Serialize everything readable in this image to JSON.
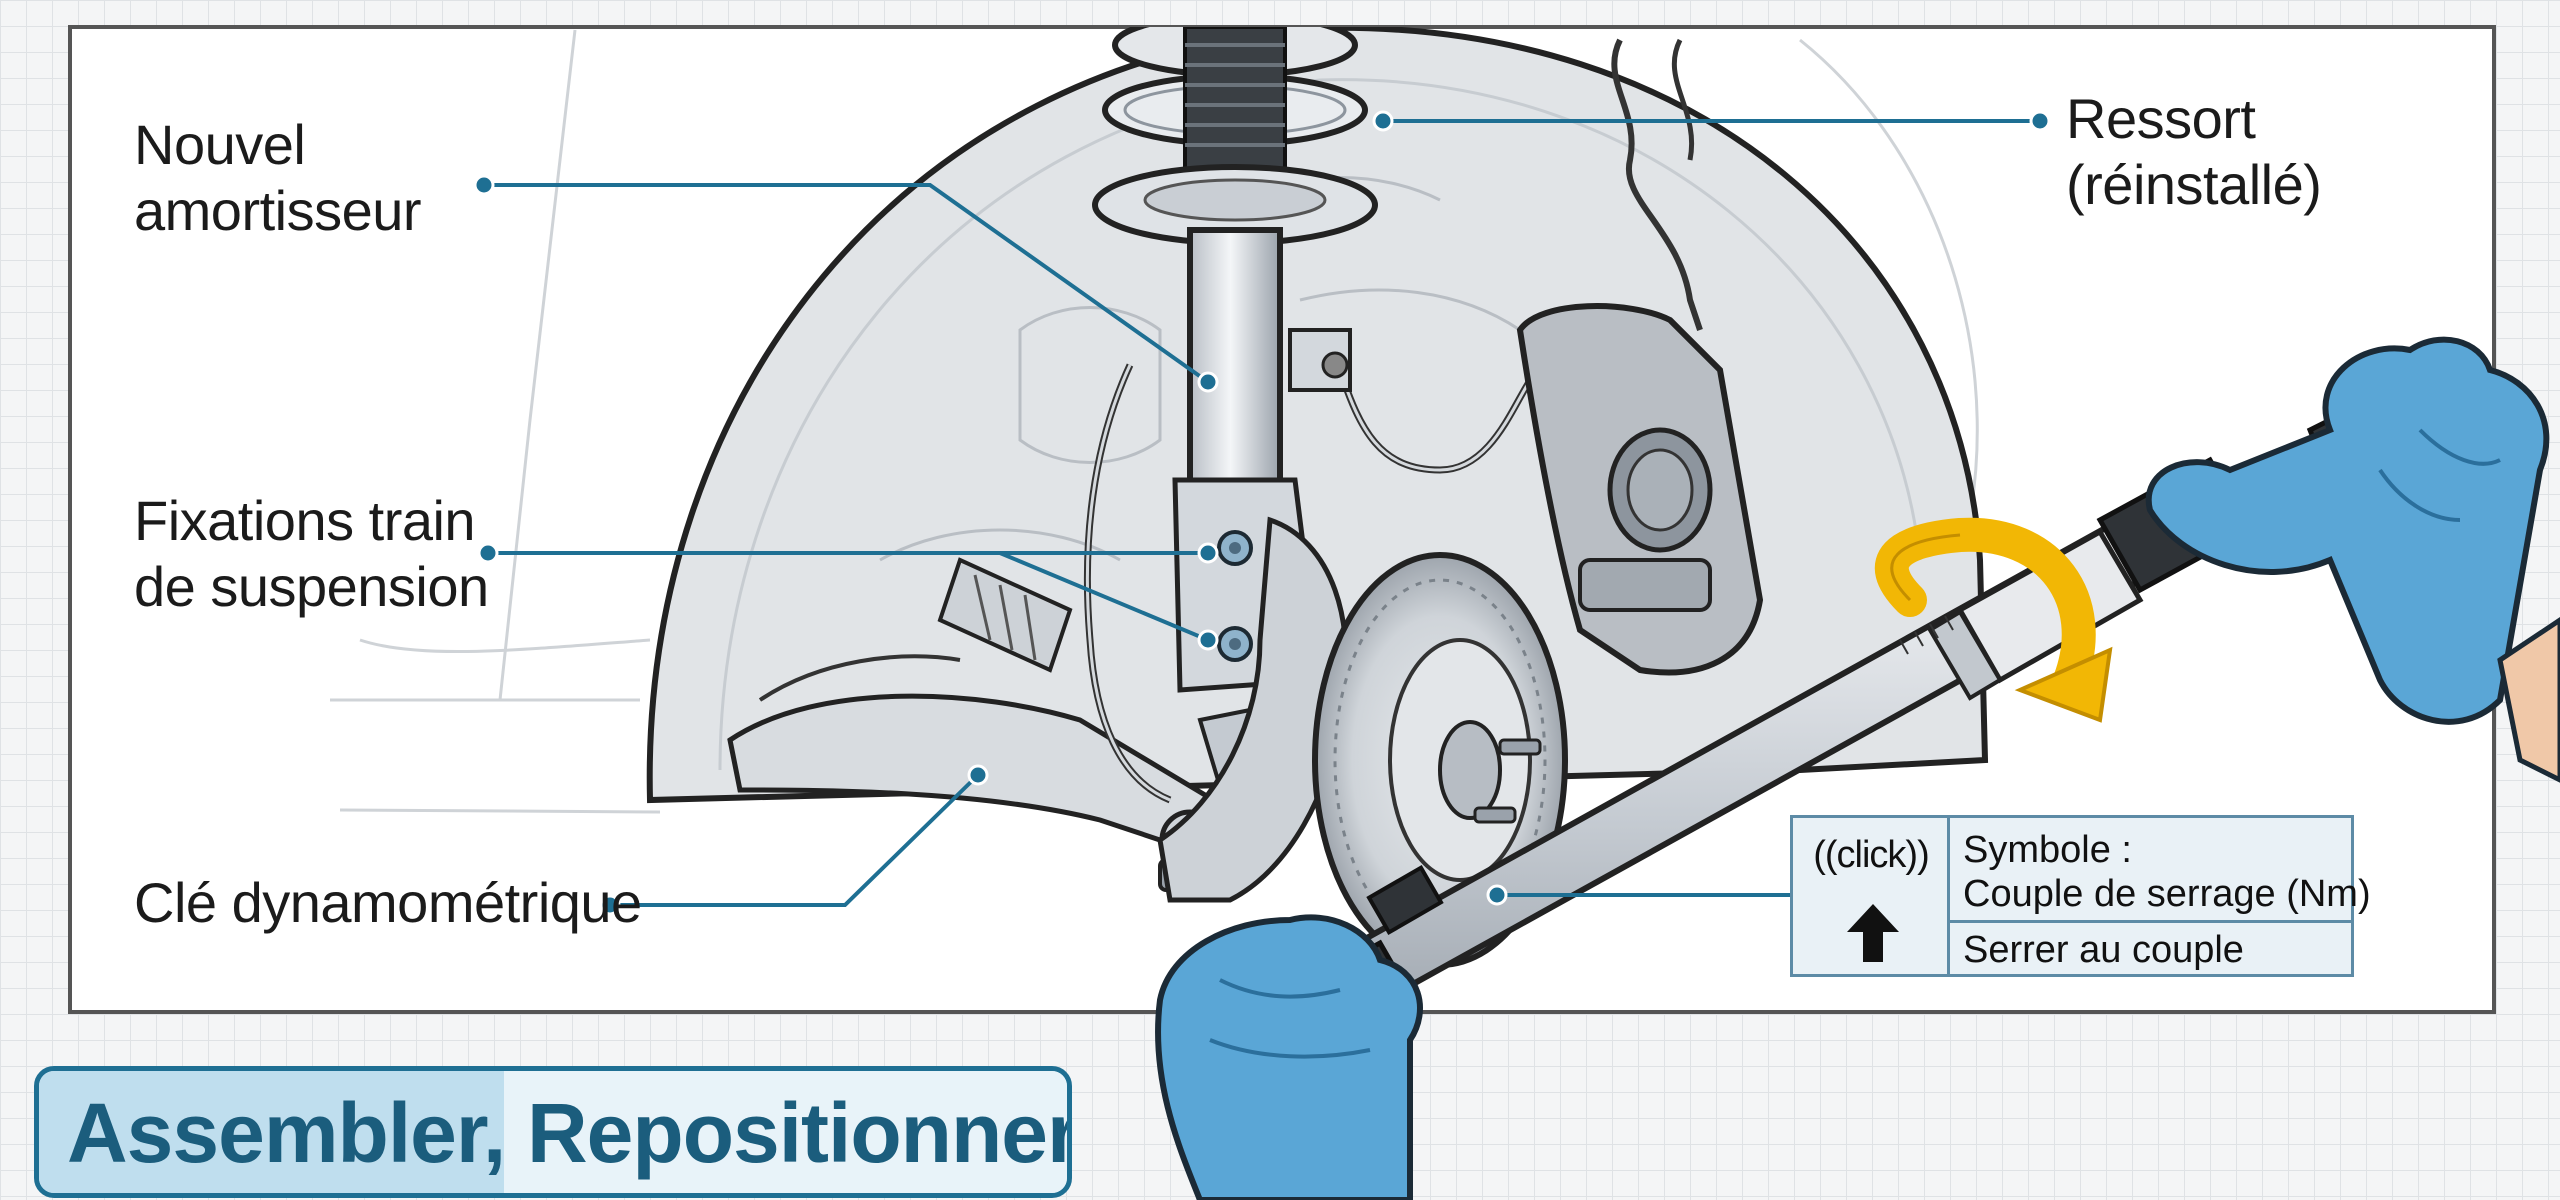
{
  "labels": {
    "shock_line1": "Nouvel",
    "shock_line2": "amortisseur",
    "spring_line1": "Ressort",
    "spring_line2": "(réinstallé)",
    "fixings_line1": "Fixations train",
    "fixings_line2": "de suspension",
    "wrench": "Clé dynamométrique"
  },
  "legend": {
    "click_text": "((click))",
    "symbol_line1": "Symbole :",
    "symbol_line2": "Couple de serrage (Nm)",
    "instruction": "Serrer au couple",
    "arrow_icon": "up-arrow-icon"
  },
  "banner": {
    "word1": "Assembler,",
    "word2": "Repositionner"
  },
  "colors": {
    "leader": "#1e6f93",
    "glove": "#5aa6d6",
    "rotation_arrow": "#f2b705",
    "banner_text": "#1b5d7d"
  }
}
